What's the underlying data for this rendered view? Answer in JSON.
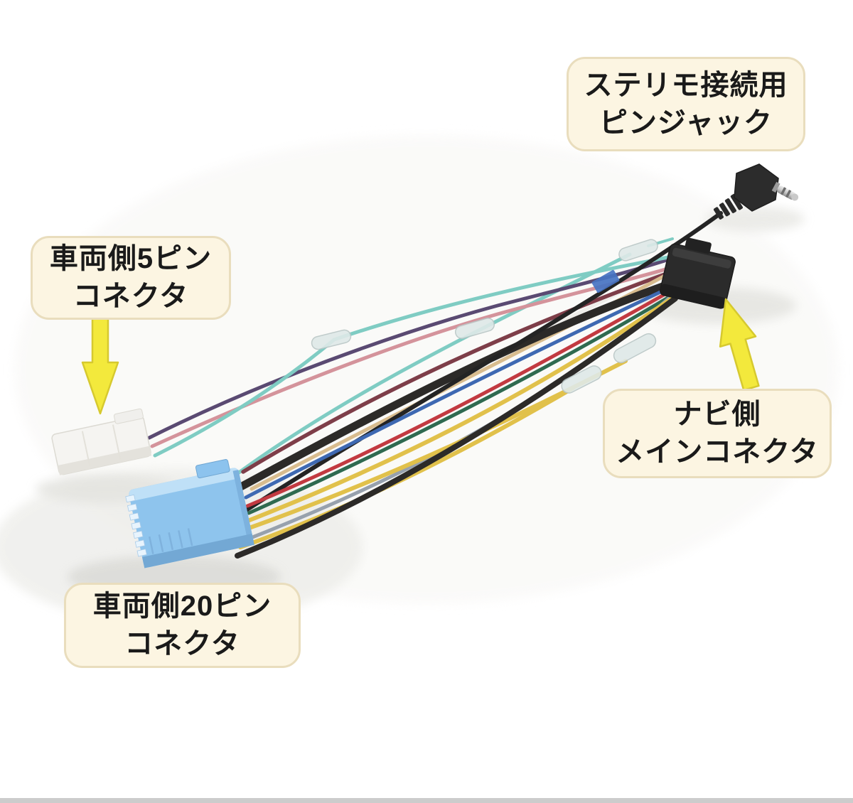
{
  "page": {
    "background": "#ffffff",
    "bottom_bar_color": "#cccccc"
  },
  "labels": {
    "pin_jack": {
      "line1": "ステリモ接続用",
      "line2": "ピンジャック"
    },
    "vehicle_5pin": {
      "line1": "車両側5ピン",
      "line2": "コネクタ"
    },
    "navi_main": {
      "line1": "ナビ側",
      "line2": "メインコネクタ"
    },
    "vehicle_20pin": {
      "line1": "車両側20ピン",
      "line2": "コネクタ"
    }
  },
  "style": {
    "label_bg": "#fcf5e2",
    "label_border": "#e9ddbd",
    "label_text": "#1a1a1a",
    "arrow_fill": "#f3e93c",
    "arrow_stroke": "#d6c92f"
  },
  "photo": {
    "parts": {
      "top_right": "steering-remote-pin-jack",
      "right": "navi-side-main-connector",
      "left": "vehicle-side-5pin-connector",
      "bottom_left": "vehicle-side-20pin-connector"
    },
    "colors": {
      "connector_20pin_blue": "#8ec4ed",
      "connector_20pin_blue_dark": "#73a8d4",
      "connector_5pin_white": "#f5f4f1",
      "main_connector_black": "#2b2b2b",
      "bullet_terminal": "#dfe9e8",
      "flag_blue": "#4673c2",
      "wire_teal": "#7fccc3",
      "wire_pink": "#d4939b",
      "wire_maroon": "#7e3e49",
      "wire_purple": "#5a4a72",
      "wire_blue": "#3e69b2",
      "wire_red": "#c23a41",
      "wire_white": "#efeeea",
      "wire_green": "#2f6a50",
      "wire_yellow": "#e1c14b",
      "wire_tan": "#d8bc8e",
      "wire_gray": "#97a1ad",
      "wire_black": "#2c2a28",
      "cable_black": "#242424"
    }
  }
}
